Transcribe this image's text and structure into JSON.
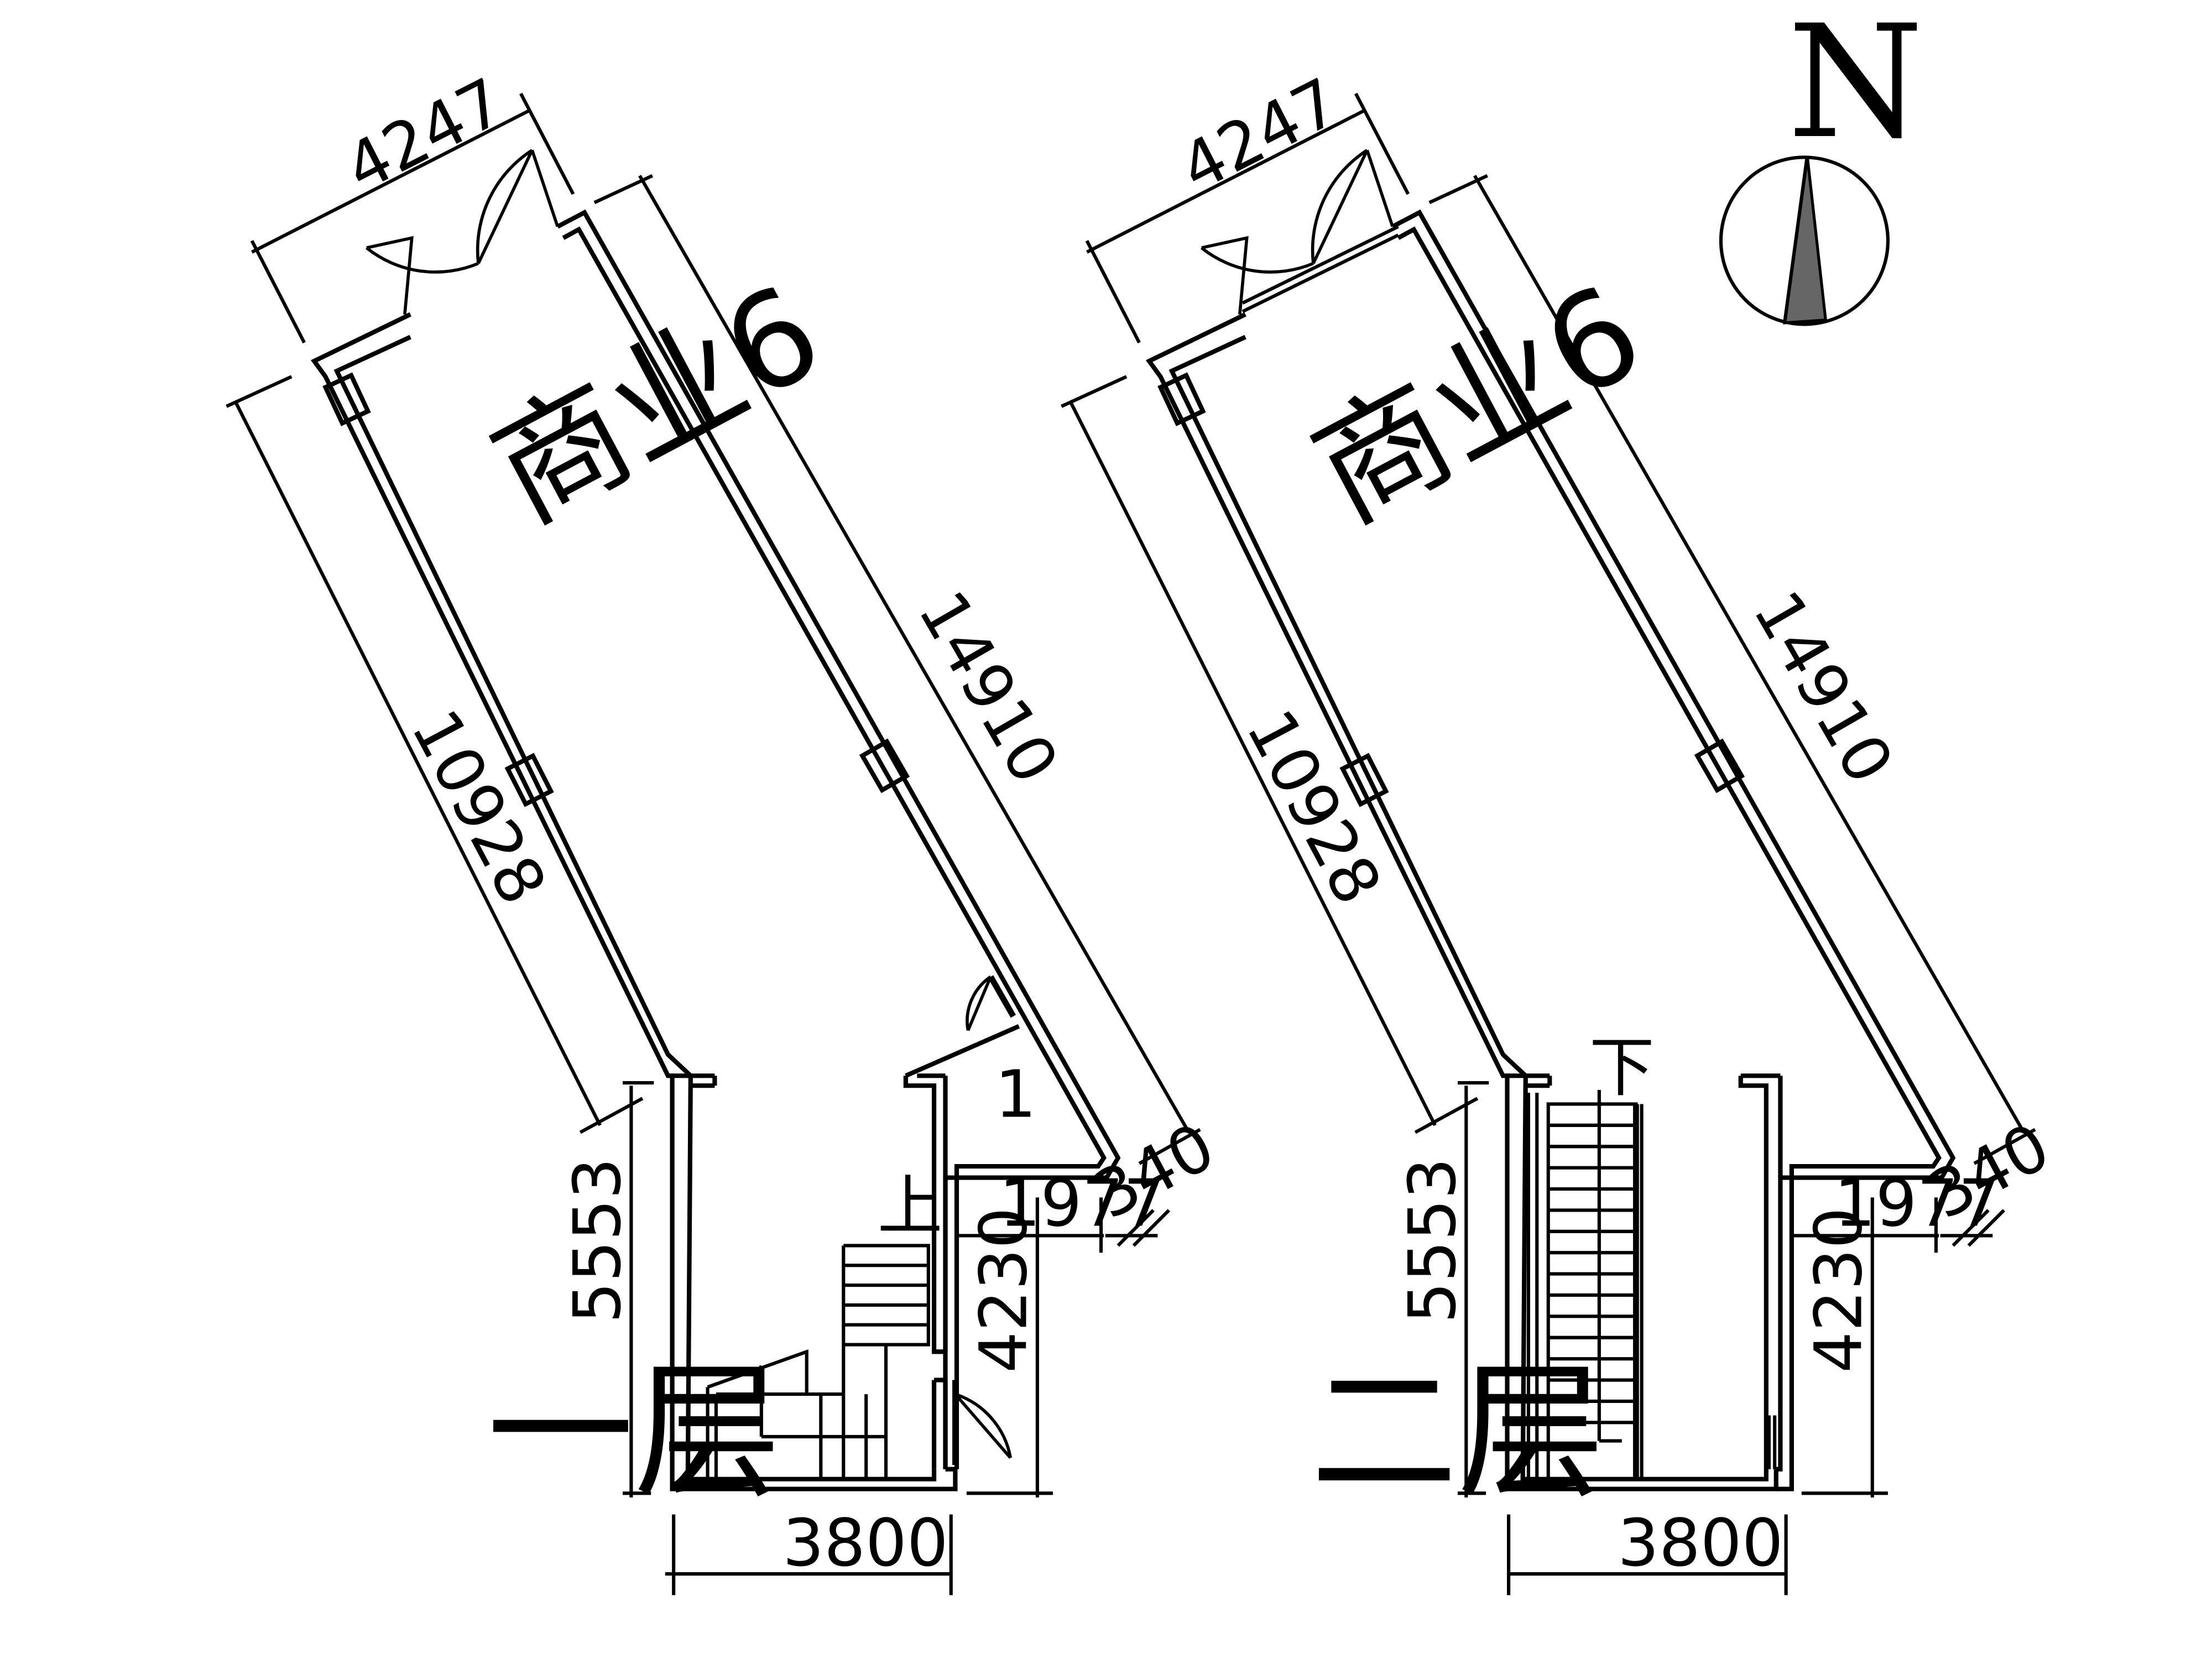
{
  "plan_left": {
    "room_label": "商业6",
    "level_label": "一层",
    "stair_label": "上",
    "room_mark": "1",
    "dims": {
      "top": "4247",
      "right_diagonal": "14910",
      "left_diagonal": "10928",
      "left_vertical": "5553",
      "right_vertical": "4230",
      "step_width": "1977",
      "offset": "340",
      "bottom": "3800"
    }
  },
  "plan_right": {
    "room_label": "商业6",
    "level_label": "二层",
    "stair_label": "下",
    "dims": {
      "top": "4247",
      "right_diagonal": "14910",
      "left_diagonal": "10928",
      "left_vertical": "5553",
      "right_vertical": "4230",
      "step_width": "1977",
      "offset": "340",
      "bottom": "3800"
    }
  },
  "north_arrow": {
    "label": "N",
    "arrow_color": "#666666"
  }
}
